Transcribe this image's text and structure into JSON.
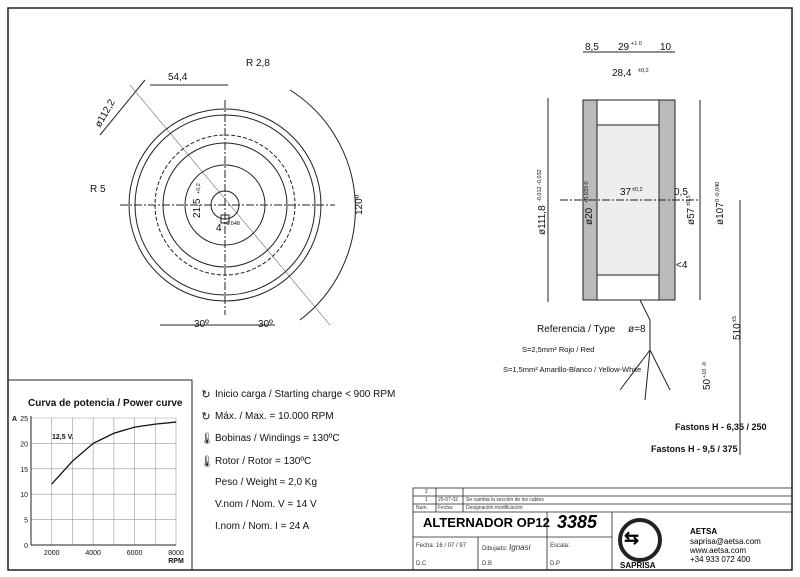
{
  "front_view": {
    "dims": [
      "54,4",
      "R 2,8",
      "ø112,2",
      "R 5",
      "21,5",
      "4",
      "120º",
      "30º",
      "30º"
    ],
    "tol": [
      "+0,2",
      "+0,048"
    ]
  },
  "side_view": {
    "dims": [
      "8,5",
      "29",
      "10",
      "28,4",
      "ø111,8",
      "ø20",
      "37",
      "0,5",
      "ø57",
      "ø107",
      "<4",
      "510",
      "50"
    ],
    "tol": {
      "d29": "+1 0",
      "d28": "±0,2",
      "d111": "-0,012 -0,032",
      "d20": "+0,033 0",
      "d37": "±0,2",
      "d57": "±0,5",
      "d107": "0 -0,040",
      "d510": "±5",
      "d50": "+10 -0"
    }
  },
  "wiring": {
    "reference": "Referencia / Type",
    "ref_value": "ø=8",
    "cable_red": "S=2,5mm² Rojo / Red",
    "cable_yw": "S=1,5mm² Amarillo-Blanco / Yellow-White",
    "faston1": "Fastons H - 6,35 / 250",
    "faston2": "Fastons H - 9,5 / 375"
  },
  "specs": [
    {
      "icon": "rotation-icon",
      "text": "Inicio carga / Starting charge < 900 RPM"
    },
    {
      "icon": "rotation-icon",
      "text": "Máx. / Max. = 10.000 RPM"
    },
    {
      "icon": "thermometer-icon",
      "text": "Bobinas / Windings = 130ºC"
    },
    {
      "icon": "thermometer-icon",
      "text": "Rotor / Rotor = 130ºC"
    },
    {
      "icon": "",
      "text": "Peso / Weight ≈ 2,0 Kg"
    },
    {
      "icon": "",
      "text": "V.nom / Nom. V = 14 V"
    },
    {
      "icon": "",
      "text": "I.nom / Nom. I = 24 A"
    }
  ],
  "chart_data": {
    "type": "line",
    "title": "Curva de potencia / Power curve",
    "xlabel": "RPM",
    "ylabel": "A",
    "xlim": [
      1000,
      8000
    ],
    "ylim": [
      0,
      25
    ],
    "xticks": [
      2000,
      4000,
      6000,
      8000
    ],
    "yticks": [
      0,
      5,
      10,
      15,
      20,
      25
    ],
    "grid": true,
    "annotation": "12,5 V.",
    "series": [
      {
        "name": "12,5 V.",
        "x": [
          2000,
          3000,
          4000,
          5000,
          6000,
          7000,
          8000
        ],
        "y": [
          12,
          16.5,
          20,
          22,
          23.2,
          23.8,
          24.2
        ]
      }
    ]
  },
  "title_block": {
    "rev_rows": [
      {
        "num": "2",
        "date": "",
        "desc": ""
      },
      {
        "num": "1",
        "date": "25-07-02",
        "desc": "Se cambia la sección de los cables"
      }
    ],
    "head_num": "Num.",
    "head_date": "Fecha:",
    "head_desc": "Designación modificación",
    "product": "ALTERNADOR  OP12",
    "code": "3385",
    "fecha_label": "Fecha:",
    "fecha": "16 / 07 / 97",
    "dibujado_label": "Dibujado:",
    "dibujado": "Ignasi",
    "escala_label": "Escala:",
    "dc": "D.C",
    "db": "D.B",
    "dp": "D.P",
    "logo_text": "SAPRISA",
    "company": "AETSA",
    "email": "saprisa@aetsa.com",
    "web": "www.aetsa.com",
    "phone": "+34 933 072 400"
  }
}
